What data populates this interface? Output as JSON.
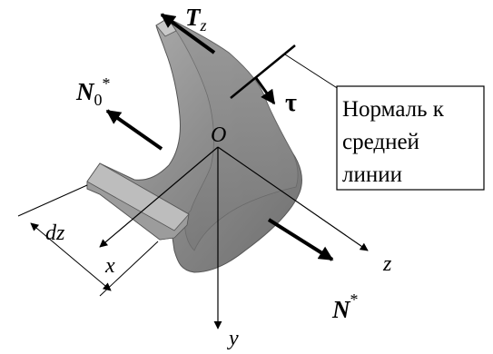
{
  "labels": {
    "force_top_symbol": "T",
    "force_top_subscript": "z",
    "tangent_symbol": "τ",
    "normal_left_symbol": "N",
    "normal_left_subscript": "0",
    "normal_left_superscript": "*",
    "normal_right_symbol": "N",
    "normal_right_superscript": "*",
    "origin": "O",
    "axis_x": "x",
    "axis_y": "y",
    "axis_z": "z",
    "thickness": "dz"
  },
  "callout": {
    "line1": "Нормаль к",
    "line2": "средней",
    "line3": "линии"
  },
  "colors": {
    "shell_dark": "#6f6f6f",
    "shell_mid": "#8e8e8e",
    "shell_light": "#b4b4b4",
    "ink": "#000000"
  }
}
